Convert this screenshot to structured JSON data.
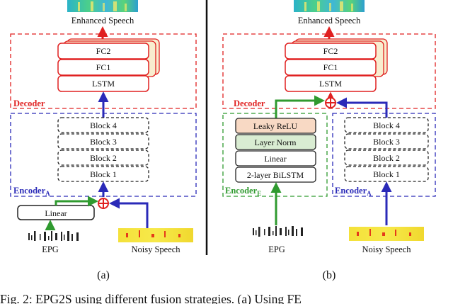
{
  "left": {
    "output_label": "Enhanced Speech",
    "decoder_label": "Decoder",
    "encoder_label": "Encoder",
    "encoder_sub": "A",
    "decoder_blocks": [
      "FC2",
      "FC1",
      "LSTM"
    ],
    "encoder_blocks": [
      "Block 4",
      "Block 3",
      "Block 2",
      "Block 1"
    ],
    "linear_label": "Linear",
    "input_epg": "EPG",
    "input_noisy": "Noisy Speech",
    "caption": "(a)"
  },
  "right": {
    "output_label": "Enhanced Speech",
    "decoder_label": "Decoder",
    "decoder_blocks": [
      "FC2",
      "FC1",
      "LSTM"
    ],
    "encoder_e_label": "Encoder",
    "encoder_e_sub": "E",
    "encoder_e_blocks": [
      "Leaky ReLU",
      "Layer Norm",
      "Linear",
      "2-layer BiLSTM"
    ],
    "encoder_a_label": "Encoder",
    "encoder_a_sub": "A",
    "encoder_a_blocks": [
      "Block 4",
      "Block 3",
      "Block 2",
      "Block 1"
    ],
    "input_epg": "EPG",
    "input_noisy": "Noisy Speech",
    "caption": "(b)"
  },
  "figure_caption": "Fig. 2: EPG2S using different fusion strategies. (a) Using FE",
  "colors": {
    "decoder": "#e02020",
    "encoder_a": "#2a2ab8",
    "encoder_e": "#2f9a2f",
    "leaky_relu_fill": "#f8d9c4",
    "layer_norm_fill": "#d9ecd2",
    "fusion": "#e02020"
  }
}
